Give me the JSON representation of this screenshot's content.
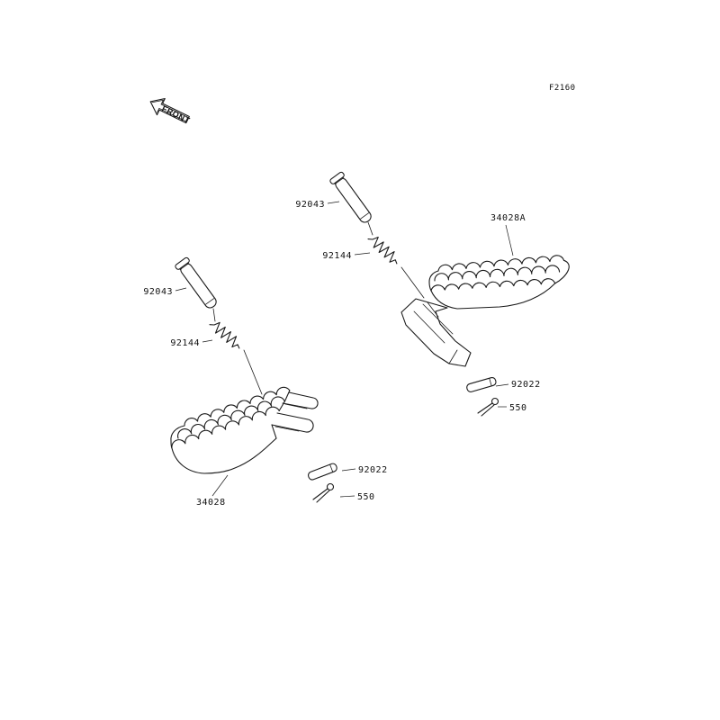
{
  "page": {
    "figure_code": "F2160",
    "background": "#ffffff",
    "line_color": "#1a1a1a"
  },
  "front_marker": {
    "label": "FRONT"
  },
  "part_labels": {
    "pin_upper": "92043",
    "spring_upper": "92144",
    "footpeg_right": "34028A",
    "pin_lower": "92043",
    "spring_lower": "92144",
    "pin_small_right": "92022",
    "cotter_right": "550",
    "pin_small_left": "92022",
    "cotter_left": "550",
    "footpeg_left": "34028"
  }
}
